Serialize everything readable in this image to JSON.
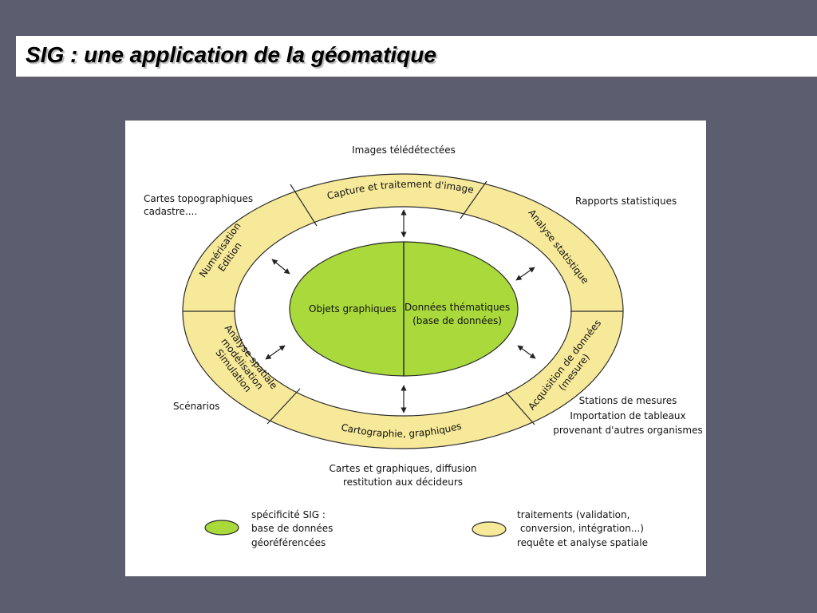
{
  "slide": {
    "title": "SIG : une application de la géomatique"
  },
  "diagram": {
    "core": {
      "left_label": "Objets graphiques",
      "right_label_line1": "Données thématiques",
      "right_label_line2": "(base de données)"
    },
    "ring_segments": {
      "top": "Capture et traitement d'image",
      "top_right": "Analyse statistique",
      "bottom_right_line1": "Acquisition de données",
      "bottom_right_line2": "(mesure)",
      "bottom": "Cartographie, graphiques",
      "bottom_left_line1": "Analyse spatiale",
      "bottom_left_line2": "modélisation",
      "bottom_left_line3": "Simulation",
      "top_left_line1": "Numérisation",
      "top_left_line2": "Edition"
    },
    "external": {
      "top": "Images télédétectées",
      "top_left_line1": "Cartes topographiques",
      "top_left_line2": "cadastre....",
      "top_right": "Rapports statistiques",
      "left": "Scénarios",
      "right_line1": "Stations de mesures",
      "right_line2": "Importation de tableaux",
      "right_line3": "provenant d'autres organismes",
      "bottom_line1": "Cartes et graphiques, diffusion",
      "bottom_line2": "restitution aux décideurs"
    },
    "legend": {
      "green_line1": "spécificité SIG :",
      "green_line2": "base de données",
      "green_line3": "géoréférencées",
      "yellow_line1": "traitements (validation,",
      "yellow_line2": " conversion, intégration...)",
      "yellow_line3": "requête et analyse spatiale"
    },
    "colors": {
      "ring_fill": "#f7e99a",
      "core_fill": "#a9d93a",
      "stroke": "#2a2a2a"
    }
  }
}
